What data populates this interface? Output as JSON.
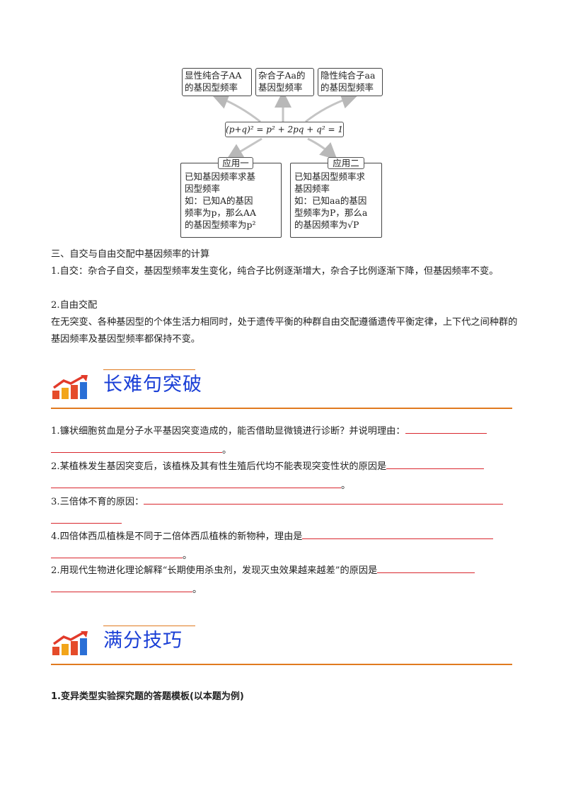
{
  "diagram": {
    "box_dominant": [
      "显性纯合子AA",
      "的基因型频率"
    ],
    "box_hetero": [
      "杂合子Aa的",
      "基因型频率"
    ],
    "box_recessive": [
      "隐性纯合子aa",
      "的基因型频率"
    ],
    "formula": "(p+q)² = p² + 2pq + q² = 1",
    "app1_title": "应用一",
    "app1_lines": [
      "已知基因频率求基",
      "因型频率",
      "如：已知A的基因",
      "频率为p，那么AA",
      "的基因型频率为p²"
    ],
    "app2_title": "应用二",
    "app2_lines": [
      "已知基因型频率求",
      "基因频率",
      "如：已知aa的基因",
      "型频率为P，那么a",
      "的基因频率为√P"
    ]
  },
  "section3": {
    "title": "三、自交与自由交配中基因频率的计算",
    "p1": "1.自交：杂合子自交，基因型频率发生变化，纯合子比例逐渐增大，杂合子比例逐渐下降，但基因频率不变。",
    "p2_title": "2.自由交配",
    "p2": "在无突变、各种基因型的个体生活力相同时，处于遗传平衡的种群自由交配遵循遗传平衡定律，上下代之间种群的基因频率及基因型频率都保持不变。"
  },
  "header1": {
    "title": "长难句突破",
    "icon": "rising-chart-icon",
    "color": "#1a3fd6",
    "line_color": "#e07a1f"
  },
  "questions": [
    {
      "text": "1.镰状细胞贫血是分子水平基因突变造成的，能否借助显微镜进行诊断？并说明理由：",
      "end": "。"
    },
    {
      "text": "2.某植株发生基因突变后，该植株及其有性生殖后代均不能表现突变性状的原因是",
      "end": "。"
    },
    {
      "text": "3.三倍体不育的原因：",
      "end": ""
    },
    {
      "text": "4.四倍体西瓜植株是不同于二倍体西瓜植株的新物种，理由是",
      "end": "。"
    },
    {
      "text": "2.用现代生物进化理论解释“长期使用杀虫剂，发现灭虫效果越来越差”的原因是",
      "end": "。"
    }
  ],
  "header2": {
    "title": "满分技巧",
    "icon": "rising-chart-icon"
  },
  "tip": "1.变异类型实验探究题的答题模板(以本题为例)"
}
